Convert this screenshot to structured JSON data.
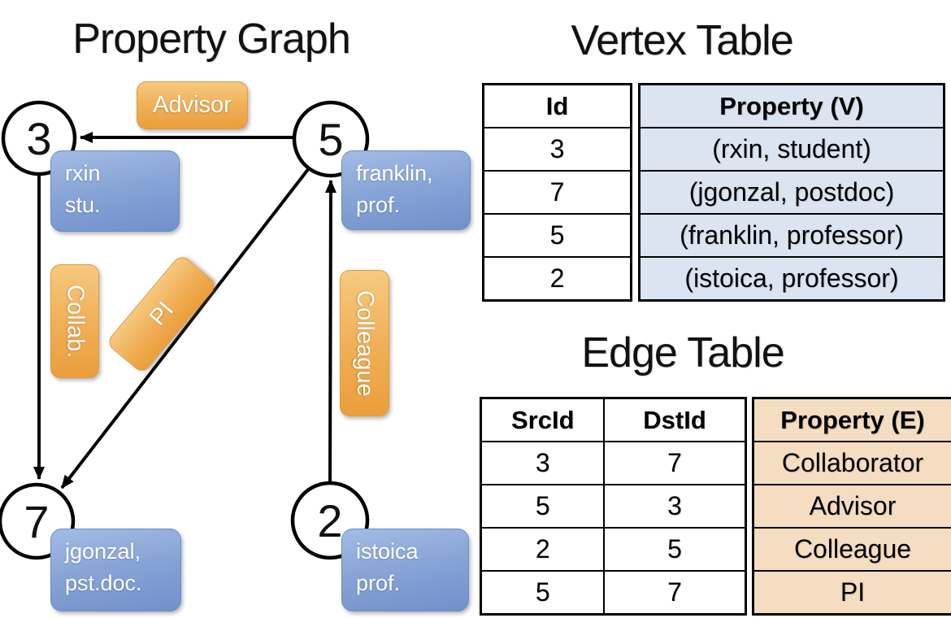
{
  "graph": {
    "title": "Property Graph",
    "nodes": [
      {
        "id": "3",
        "label_line1": "rxin",
        "label_line2": "stu."
      },
      {
        "id": "5",
        "label_line1": "franklin,",
        "label_line2": "prof."
      },
      {
        "id": "7",
        "label_line1": "jgonzal,",
        "label_line2": "pst.doc."
      },
      {
        "id": "2",
        "label_line1": "istoica",
        "label_line2": "prof."
      }
    ],
    "edge_labels": {
      "advisor": "Advisor",
      "collab": "Collab.",
      "pi": "PI",
      "colleague": "Colleague"
    }
  },
  "vertex_table": {
    "title": "Vertex Table",
    "id_header": "Id",
    "property_header": "Property (V)",
    "rows": [
      {
        "id": "3",
        "property": "(rxin, student)"
      },
      {
        "id": "7",
        "property": "(jgonzal, postdoc)"
      },
      {
        "id": "5",
        "property": "(franklin, professor)"
      },
      {
        "id": "2",
        "property": "(istoica, professor)"
      }
    ]
  },
  "edge_table": {
    "title": "Edge Table",
    "src_header": "SrcId",
    "dst_header": "DstId",
    "property_header": "Property (E)",
    "rows": [
      {
        "src": "3",
        "dst": "7",
        "property": "Collaborator"
      },
      {
        "src": "5",
        "dst": "3",
        "property": "Advisor"
      },
      {
        "src": "2",
        "dst": "5",
        "property": "Colleague"
      },
      {
        "src": "5",
        "dst": "7",
        "property": "PI"
      }
    ]
  },
  "colors": {
    "edge_label_orange": "#f0ae55",
    "vertex_box_blue": "#86a3d6",
    "vertex_table_fill": "#dbe5f2",
    "edge_table_fill": "#f4ddc1",
    "line_black": "#000000"
  }
}
